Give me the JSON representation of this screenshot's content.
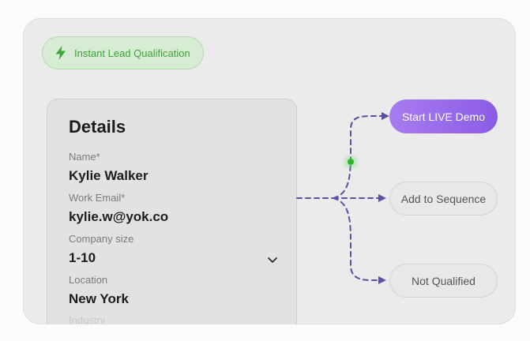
{
  "badge": {
    "icon": "lightning-bolt-icon",
    "label": "Instant Lead Qualification",
    "color": "#3fa33a"
  },
  "details": {
    "title": "Details",
    "fields": [
      {
        "label": "Name*",
        "value": "Kylie Walker"
      },
      {
        "label": "Work Email*",
        "value": "kylie.w@yok.co"
      },
      {
        "label": "Company size",
        "value": "1-10",
        "icon": "chevron-down-icon"
      },
      {
        "label": "Location",
        "value": "New York"
      }
    ],
    "partial_label": "Industry"
  },
  "actions": {
    "demo": "Start LIVE Demo",
    "sequence": "Add to Sequence",
    "not_qualified": "Not Qualified"
  },
  "colors": {
    "accent": "#8a5ce6",
    "connector": "#5b4ea3",
    "indicator": "#2fb52a"
  }
}
